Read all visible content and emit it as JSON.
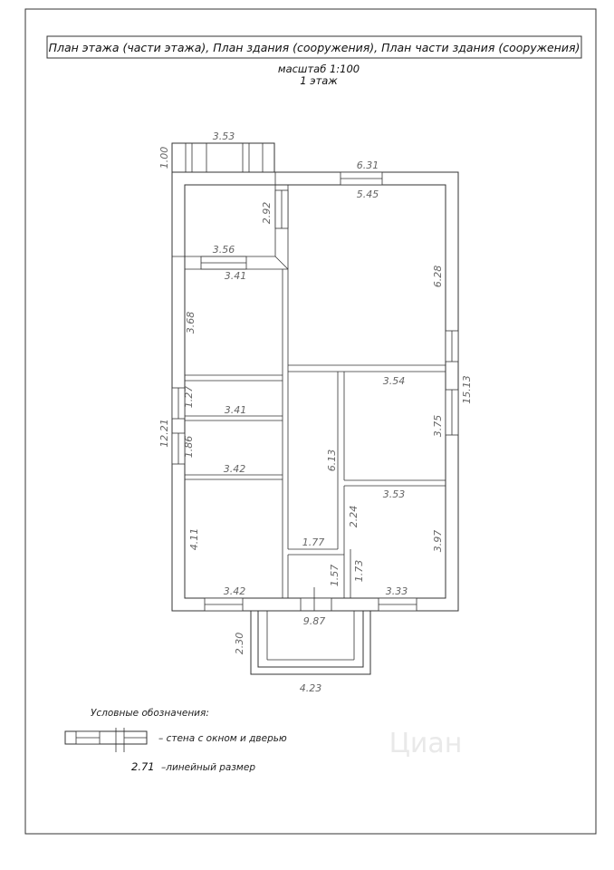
{
  "header": {
    "title": "План этажа (части этажа), План здания (сооружения), План части здания (сооружения)",
    "scale": "масштаб 1:100",
    "floor": "1 этаж"
  },
  "dimensions": {
    "porch_width": "3.53",
    "porch_depth": "1.00",
    "outer_top": "6.31",
    "room_top_right_width": "5.45",
    "vestibule_height": "2.92",
    "vestibule_width": "3.56",
    "room_top_right_height": "6.28",
    "room_left_top_width": "3.41",
    "room_left_top_height": "3.68",
    "small_room_height": "1.27",
    "small_room_width": "3.41",
    "left_total": "12.21",
    "bath_height": "1.86",
    "bath_width": "3.42",
    "right_total": "15.13",
    "room_mid_right_width": "3.54",
    "room_mid_right_height": "3.75",
    "corridor_length": "6.13",
    "room_bottom_left_height": "4.11",
    "room_bottom_left_width": "3.42",
    "room_bottom_right_width": "3.53",
    "room_bottom_right_height_a": "2.24",
    "room_bottom_right_height_b": "3.97",
    "closet_width": "1.77",
    "closet_height": "1.57",
    "side_height": "1.73",
    "bottom_right_width": "3.33",
    "bottom_total": "9.87",
    "terrace_depth": "2.30",
    "terrace_width": "4.23"
  },
  "legend": {
    "title": "Условные обозначения:",
    "wall_label": "– стена с окном и дверью",
    "dim_sample": "2.71",
    "dim_label": "–линейный размер"
  },
  "watermark": "Циан"
}
